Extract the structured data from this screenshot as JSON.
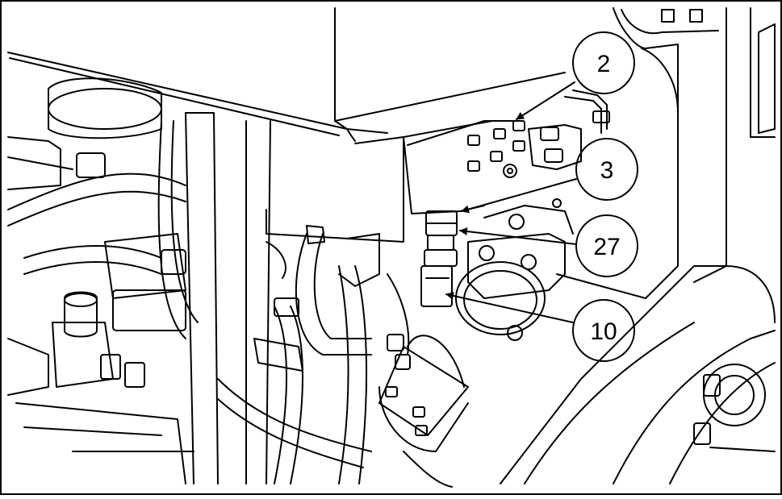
{
  "figure": {
    "callouts": [
      {
        "id": "c2",
        "label": "2"
      },
      {
        "id": "c3",
        "label": "3"
      },
      {
        "id": "c27",
        "label": "27"
      },
      {
        "id": "c10",
        "label": "10"
      }
    ]
  }
}
